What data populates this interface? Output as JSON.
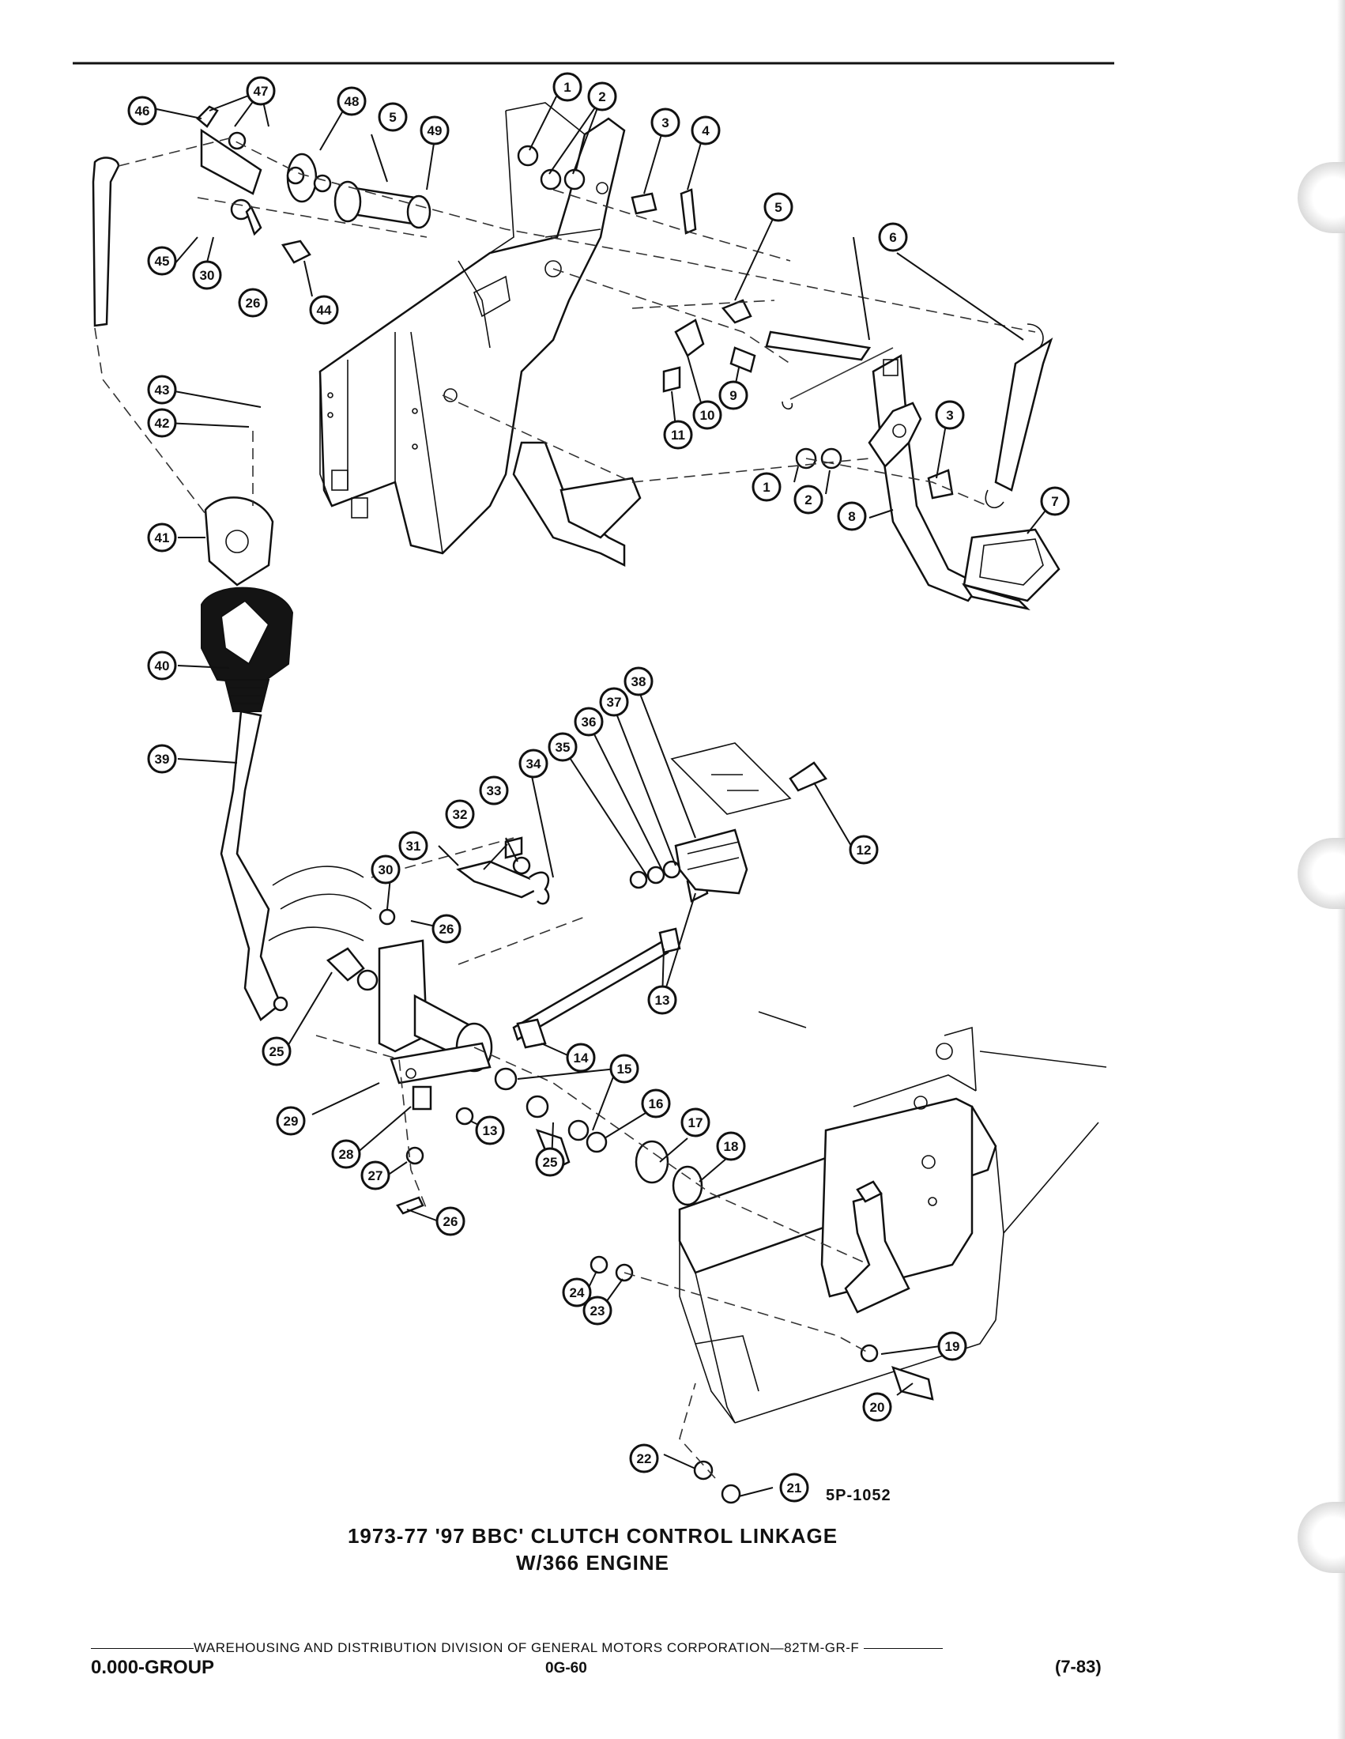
{
  "figure": {
    "title_line1": "1973-77 '97 BBC' CLUTCH CONTROL LINKAGE",
    "title_line2": "W/366 ENGINE",
    "code": "5P-1052"
  },
  "callouts": [
    "1",
    "2",
    "3",
    "4",
    "5",
    "6",
    "7",
    "8",
    "9",
    "10",
    "11",
    "12",
    "13",
    "14",
    "15",
    "16",
    "17",
    "18",
    "19",
    "20",
    "21",
    "22",
    "23",
    "24",
    "25",
    "26",
    "27",
    "28",
    "29",
    "30",
    "31",
    "32",
    "33",
    "34",
    "35",
    "36",
    "37",
    "38",
    "39",
    "40",
    "41",
    "42",
    "43",
    "44",
    "45",
    "46",
    "47",
    "48",
    "49"
  ],
  "footer": {
    "line": "WAREHOUSING AND DISTRIBUTION  DIVISION OF GENERAL MOTORS CORPORATION—82TM-GR-F",
    "left": "0.000-GROUP",
    "center": "0G-60",
    "right": "(7-83)"
  }
}
